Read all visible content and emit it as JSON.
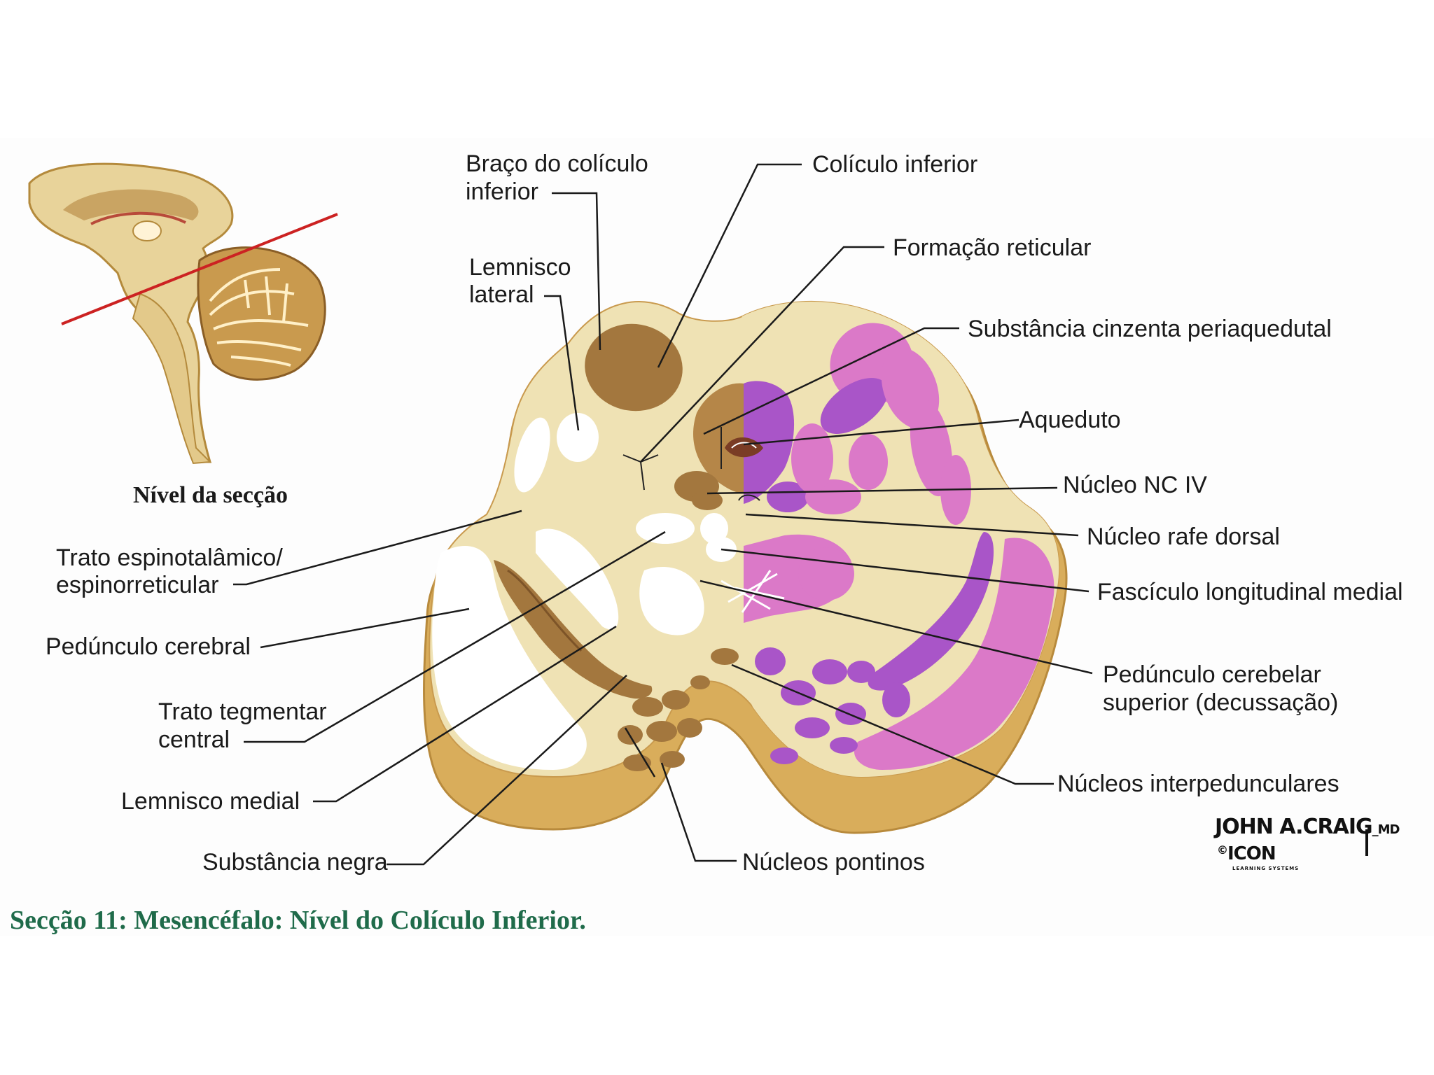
{
  "figure": {
    "inset_caption": "Nível da secção",
    "caption": "Secção 11:  Mesencéfalo: Nível do Colículo Inferior.",
    "signature": "JOHN A.CRAIG",
    "signature_suffix": "MD",
    "publisher_mark": "ICON",
    "publisher_sub": "LEARNING SYSTEMS",
    "copyright_symbol": "©"
  },
  "labels": {
    "braco_coliculo": [
      "Braço do colículo",
      "inferior"
    ],
    "coliculo_inferior": "Colículo inferior",
    "lemnisco_lateral": [
      "Lemnisco",
      "lateral"
    ],
    "formacao_reticular": "Formação reticular",
    "substancia_cinzenta": "Substância cinzenta periaquedutal",
    "aqueduto": "Aqueduto",
    "nucleo_nc_iv": "Núcleo NC IV",
    "nucleo_rafe": "Núcleo rafe dorsal",
    "fasciculo": "Fascículo longitudinal medial",
    "pedunculo_cerebelar": [
      "Pedúnculo cerebelar",
      "superior (decussação)"
    ],
    "nucleos_interpedunculares": "Núcleos interpedunculares",
    "trato_espinotalamico": [
      "Trato espinotalâmico/",
      "espinorreticular"
    ],
    "pedunculo_cerebral": "Pedúnculo cerebral",
    "trato_tegmentar": [
      "Trato tegmentar",
      "central"
    ],
    "lemnisco_medial": "Lemnisco medial",
    "substancia_negra": "Substância negra",
    "nucleos_pontinos": "Núcleos pontinos"
  },
  "colors": {
    "tissue": "#efe2b4",
    "rim": "#d5a957",
    "brown": "#a3773e",
    "white_matter": "#ffffff",
    "pink": "#db79c8",
    "purple": "#a955c8",
    "caption": "#1f6b4a",
    "section_line": "#cc2222"
  }
}
